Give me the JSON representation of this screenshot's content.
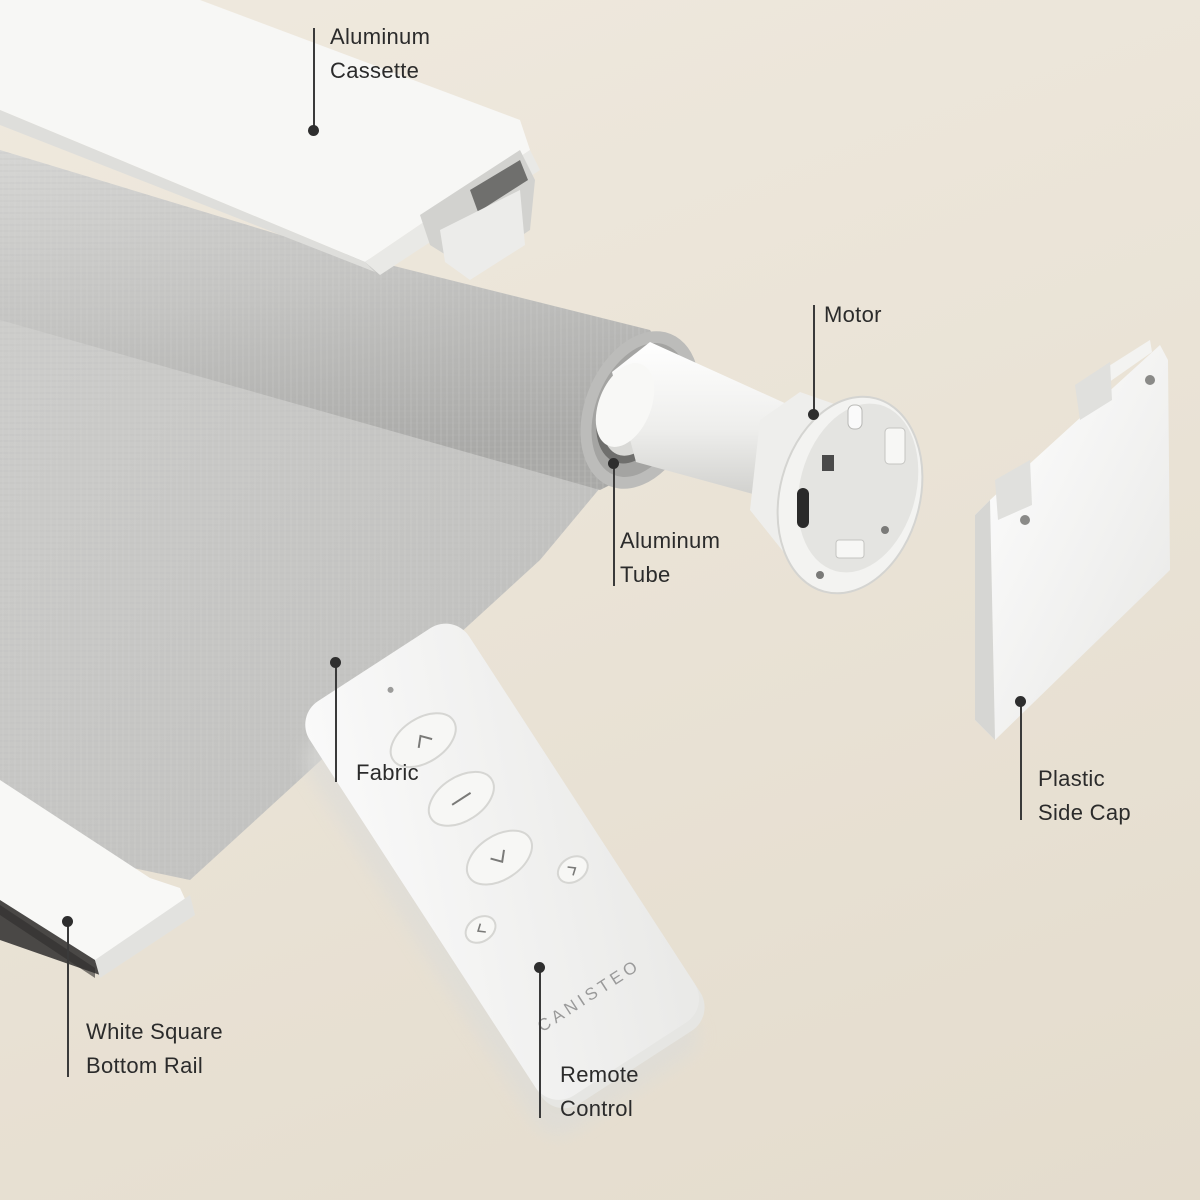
{
  "labels": {
    "cassette": [
      "Aluminum",
      "Cassette"
    ],
    "motor": [
      "Motor"
    ],
    "tube": [
      "Aluminum",
      "Tube"
    ],
    "fabric": [
      "Fabric"
    ],
    "side_cap": [
      "Plastic",
      "Side Cap"
    ],
    "bottom_rail": [
      "White Square",
      "Bottom Rail"
    ],
    "remote": [
      "Remote",
      "Control"
    ]
  },
  "remote_brand": "CANISTEO",
  "remote_buttons": [
    "up-button",
    "stop-button",
    "down-button",
    "left-button",
    "right-button"
  ],
  "colors": {
    "background": "#ece6da",
    "fabric": "#c9c9c7",
    "white_parts": "#f6f6f4",
    "label_text": "#2b2b2b"
  }
}
